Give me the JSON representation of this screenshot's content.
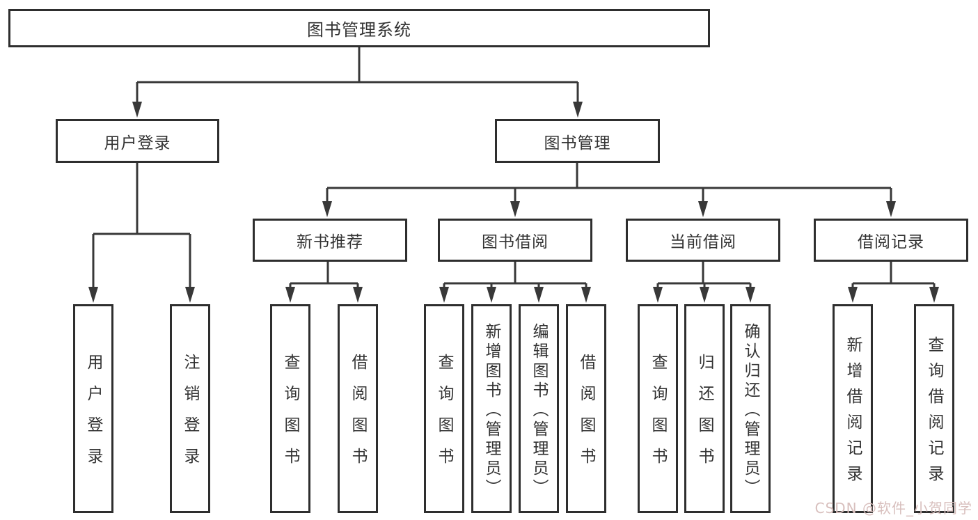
{
  "diagram": {
    "type": "hierarchy-tree",
    "colors": {
      "background": "#ffffff",
      "line": "#383838",
      "border": "#2e2e2e",
      "text": "#333333",
      "watermark": "#d8bfbd"
    },
    "tree": {
      "root": {
        "label": "图书管理系统",
        "children": [
          {
            "label": "用户登录",
            "children": [
              {
                "label": "用户登录"
              },
              {
                "label": "注销登录"
              }
            ]
          },
          {
            "label": "图书管理",
            "children": [
              {
                "label": "新书推荐",
                "children": [
                  {
                    "label": "查询图书"
                  },
                  {
                    "label": "借阅图书"
                  }
                ]
              },
              {
                "label": "图书借阅",
                "children": [
                  {
                    "label": "查询图书"
                  },
                  {
                    "label": "新增图书（管理员）"
                  },
                  {
                    "label": "编辑图书（管理员）"
                  },
                  {
                    "label": "借阅图书"
                  }
                ]
              },
              {
                "label": "当前借阅",
                "children": [
                  {
                    "label": "查询图书"
                  },
                  {
                    "label": "归还图书"
                  },
                  {
                    "label": "确认归还（管理员）"
                  }
                ]
              },
              {
                "label": "借阅记录",
                "children": [
                  {
                    "label": "新增借阅记录"
                  },
                  {
                    "label": "查询借阅记录"
                  }
                ]
              }
            ]
          }
        ]
      }
    },
    "watermark": {
      "text": "CSDN @软件_小贺同学"
    }
  }
}
